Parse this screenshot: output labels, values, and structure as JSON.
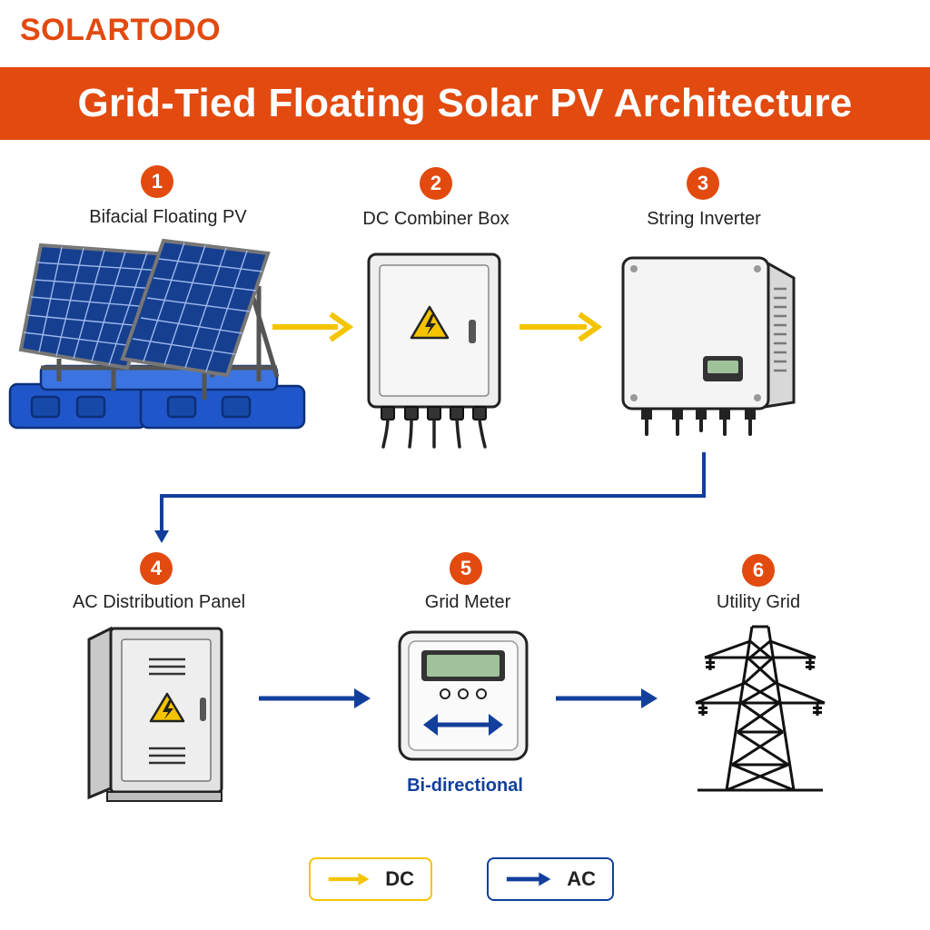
{
  "brand": "SOLARTODO",
  "title": "Grid-Tied Floating Solar PV Architecture",
  "steps": [
    {
      "number": "1",
      "label": "Bifacial Floating PV"
    },
    {
      "number": "2",
      "label": "DC Combiner Box"
    },
    {
      "number": "3",
      "label": "String Inverter"
    },
    {
      "number": "4",
      "label": "AC Distribution Panel"
    },
    {
      "number": "5",
      "label": "Grid Meter"
    },
    {
      "number": "6",
      "label": "Utility Grid"
    }
  ],
  "meter_note": "Bi-directional",
  "legend": {
    "dc": "DC",
    "ac": "AC"
  },
  "colors": {
    "accent": "#e24a0f",
    "dc_arrow": "#f5c400",
    "ac_arrow": "#123f9c",
    "float_blue": "#1f56c9",
    "panel_blue": "#163f8f"
  },
  "icons": [
    "warning-icon",
    "solar-panel-icon",
    "combiner-box-icon",
    "inverter-icon",
    "distribution-panel-icon",
    "meter-icon",
    "transmission-tower-icon"
  ]
}
